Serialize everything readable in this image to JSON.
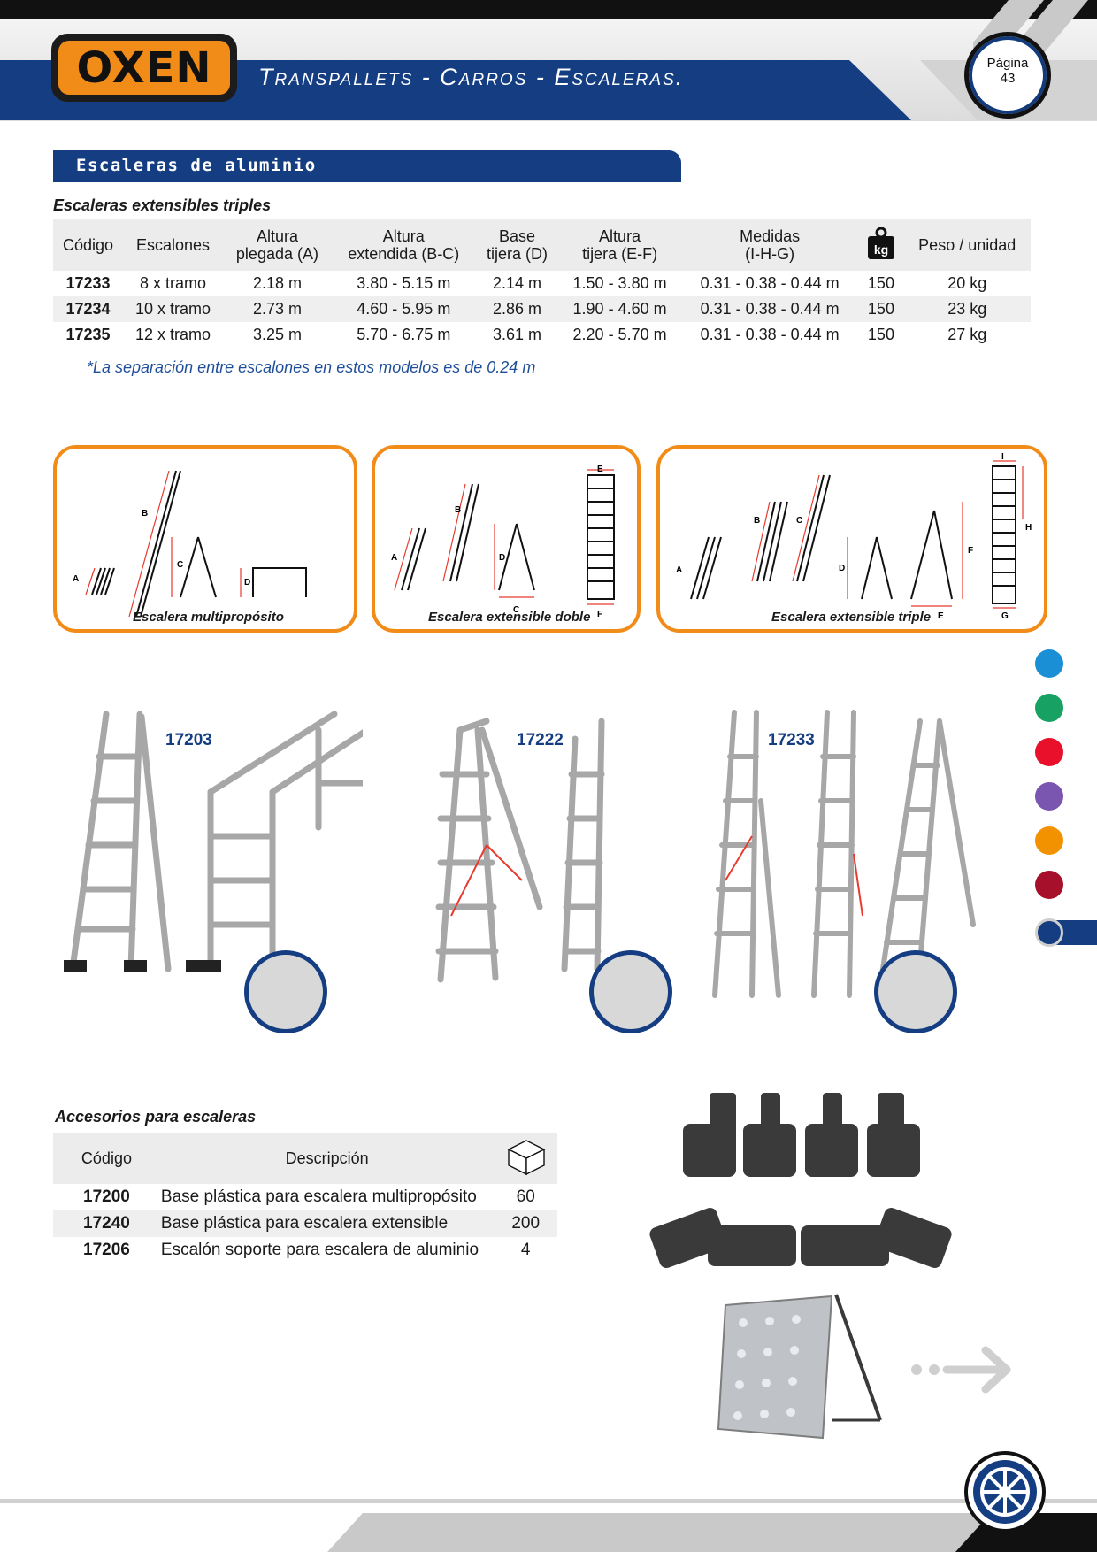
{
  "header": {
    "brand": "OXEN",
    "title": "Transpallets - Carros - Escaleras.",
    "page_label": "Página",
    "page_number": "43",
    "accent": "#f28c18",
    "navy": "#143d82"
  },
  "section": {
    "title": "Escaleras de aluminio",
    "subtitle": "Escaleras extensibles triples"
  },
  "spec_table": {
    "headers": {
      "code": "Código",
      "steps": "Escalones",
      "folded_1": "Altura",
      "folded_2": "plegada (A)",
      "ext_1": "Altura",
      "ext_2": "extendida (B-C)",
      "base_1": "Base",
      "base_2": "tijera (D)",
      "scis_1": "Altura",
      "scis_2": "tijera (E-F)",
      "dims_1": "Medidas",
      "dims_2": "(I-H-G)",
      "kg_icon": "kg",
      "weight": "Peso / unidad"
    },
    "rows": [
      {
        "code": "17233",
        "steps": "8 x tramo",
        "folded": "2.18 m",
        "extended": "3.80 - 5.15 m",
        "base": "2.14 m",
        "scissor": "1.50 - 3.80 m",
        "dims": "0.31 - 0.38 - 0.44 m",
        "load": "150",
        "weight": "20 kg"
      },
      {
        "code": "17234",
        "steps": "10 x tramo",
        "folded": "2.73 m",
        "extended": "4.60 - 5.95 m",
        "base": "2.86 m",
        "scissor": "1.90 - 4.60 m",
        "dims": "0.31 - 0.38 - 0.44 m",
        "load": "150",
        "weight": "23 kg"
      },
      {
        "code": "17235",
        "steps": "12 x tramo",
        "folded": "3.25 m",
        "extended": "5.70 - 6.75 m",
        "base": "3.61 m",
        "scissor": "2.20 - 5.70 m",
        "dims": "0.31 - 0.38 - 0.44 m",
        "load": "150",
        "weight": "27 kg"
      }
    ],
    "note": "*La separación entre escalones en estos modelos es de 0.24 m"
  },
  "diagrams": [
    {
      "caption": "Escalera multipropósito",
      "letters": [
        "A",
        "B",
        "C",
        "D"
      ]
    },
    {
      "caption": "Escalera extensible doble",
      "letters": [
        "A",
        "B",
        "C",
        "D",
        "E",
        "F"
      ]
    },
    {
      "caption": "Escalera extensible triple",
      "letters": [
        "A",
        "B",
        "C",
        "D",
        "E",
        "F",
        "G",
        "H",
        "I"
      ]
    }
  ],
  "products": [
    {
      "code": "17203"
    },
    {
      "code": "17222"
    },
    {
      "code": "17233"
    }
  ],
  "color_tabs": [
    "#1a8fd6",
    "#17a263",
    "#e8102a",
    "#7a56b0",
    "#f39200",
    "#a6102a",
    "#143d82"
  ],
  "accessories": {
    "title": "Accesorios para escaleras",
    "headers": {
      "code": "Código",
      "description": "Descripción"
    },
    "rows": [
      {
        "code": "17200",
        "description": "Base plástica para escalera multipropósito",
        "qty": "60"
      },
      {
        "code": "17240",
        "description": "Base plástica para escalera extensible",
        "qty": "200"
      },
      {
        "code": "17206",
        "description": "Escalón soporte para escalera de aluminio",
        "qty": "4"
      }
    ]
  }
}
